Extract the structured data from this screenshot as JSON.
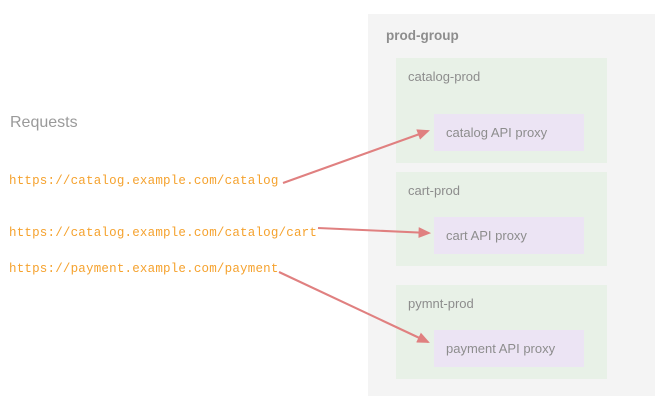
{
  "requests": {
    "title": "Requests",
    "urls": [
      "https://catalog.example.com/catalog",
      "https://catalog.example.com/catalog/cart",
      "https://payment.example.com/payment"
    ]
  },
  "prod_group": {
    "title": "prod-group",
    "environments": [
      {
        "label": "catalog-prod",
        "proxy": "catalog API proxy"
      },
      {
        "label": "cart-prod",
        "proxy": "cart API proxy"
      },
      {
        "label": "pymnt-prod",
        "proxy": "payment API proxy"
      }
    ]
  },
  "arrows": [
    {
      "name": "arrow-catalog-to-catalog-proxy"
    },
    {
      "name": "arrow-cart-to-cart-proxy"
    },
    {
      "name": "arrow-payment-to-payment-proxy"
    }
  ],
  "colors": {
    "background": "#ffffff",
    "panel": "#f4f4f4",
    "environment": "#e8f1e7",
    "proxy": "#ece4f4",
    "url_text": "#f5a22e",
    "muted_text": "#8d8d8d",
    "arrow": "#e08080"
  }
}
